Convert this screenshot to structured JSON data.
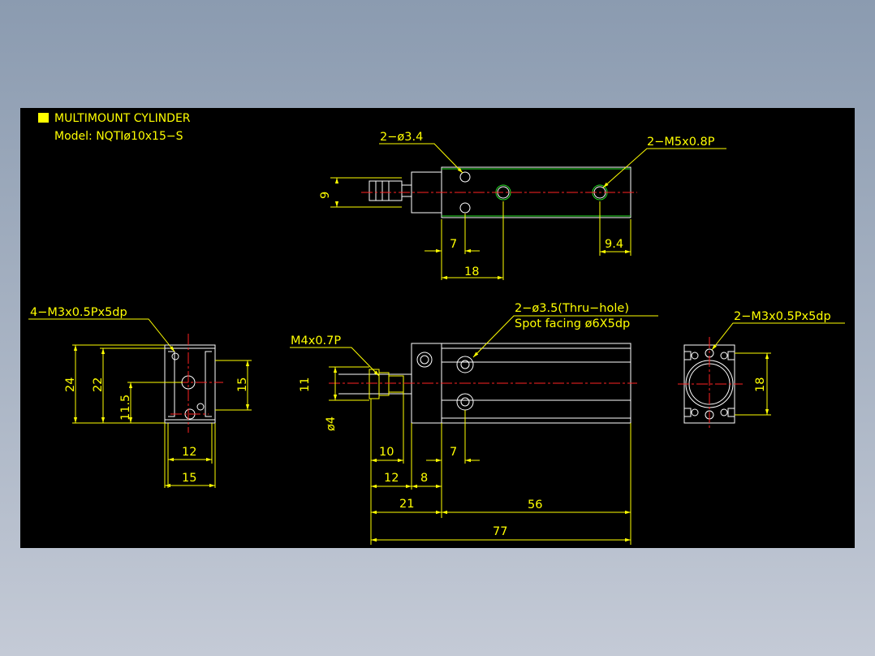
{
  "title": {
    "line1": "MULTIMOUNT  CYLINDER",
    "line2": "Model: NQTIø10x15−S"
  },
  "top_view": {
    "callout_holes": "2−ø3.4",
    "callout_thread": "2−M5x0.8P",
    "dim_height": "9",
    "dim_7": "7",
    "dim_18": "18",
    "dim_9_4": "9.4"
  },
  "left_view": {
    "callout": "4−M3x0.5Px5dp",
    "dim_24": "24",
    "dim_22": "22",
    "dim_11_5": "11.5",
    "dim_15_v": "15",
    "dim_12": "12",
    "dim_15_h": "15"
  },
  "front_view": {
    "callout_thru_1": "2−ø3.5(Thru−hole)",
    "callout_thru_2": "Spot  facing  ø6X5dp",
    "callout_rod": "M4x0.7P",
    "dim_11": "11",
    "dim_d4": "ø4",
    "dim_10": "10",
    "dim_7": "7",
    "dim_12": "12",
    "dim_8": "8",
    "dim_21": "21",
    "dim_56": "56",
    "dim_77": "77"
  },
  "right_view": {
    "callout": "2−M3x0.5Px5dp",
    "dim_18": "18"
  },
  "colors": {
    "background": "#000000",
    "dimension": "#ffff00",
    "outline": "#ffffff",
    "centerline": "#ff2222",
    "hidden": "#22dd22"
  }
}
